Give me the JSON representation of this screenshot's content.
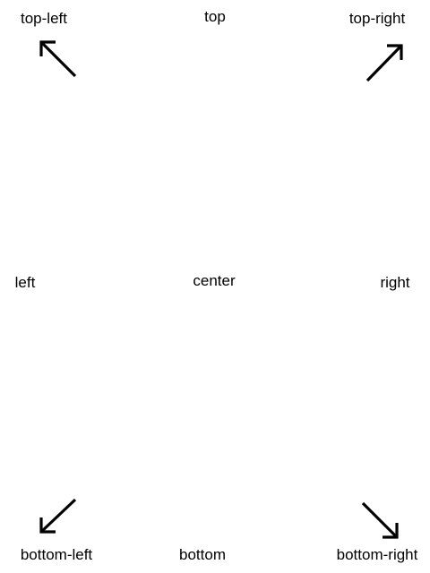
{
  "labels": {
    "top_left": "top-left",
    "top": "top",
    "top_right": "top-right",
    "left": "left",
    "center": "center",
    "right": "right",
    "bottom_left": "bottom-left",
    "bottom": "bottom",
    "bottom_right": "bottom-right"
  },
  "icons": {
    "top_left": "arrow-up-left-icon",
    "top_right": "arrow-up-right-icon",
    "bottom_left": "arrow-down-left-icon",
    "bottom_right": "arrow-down-right-icon"
  },
  "colors": {
    "background": "#ffffff",
    "foreground": "#000000"
  }
}
